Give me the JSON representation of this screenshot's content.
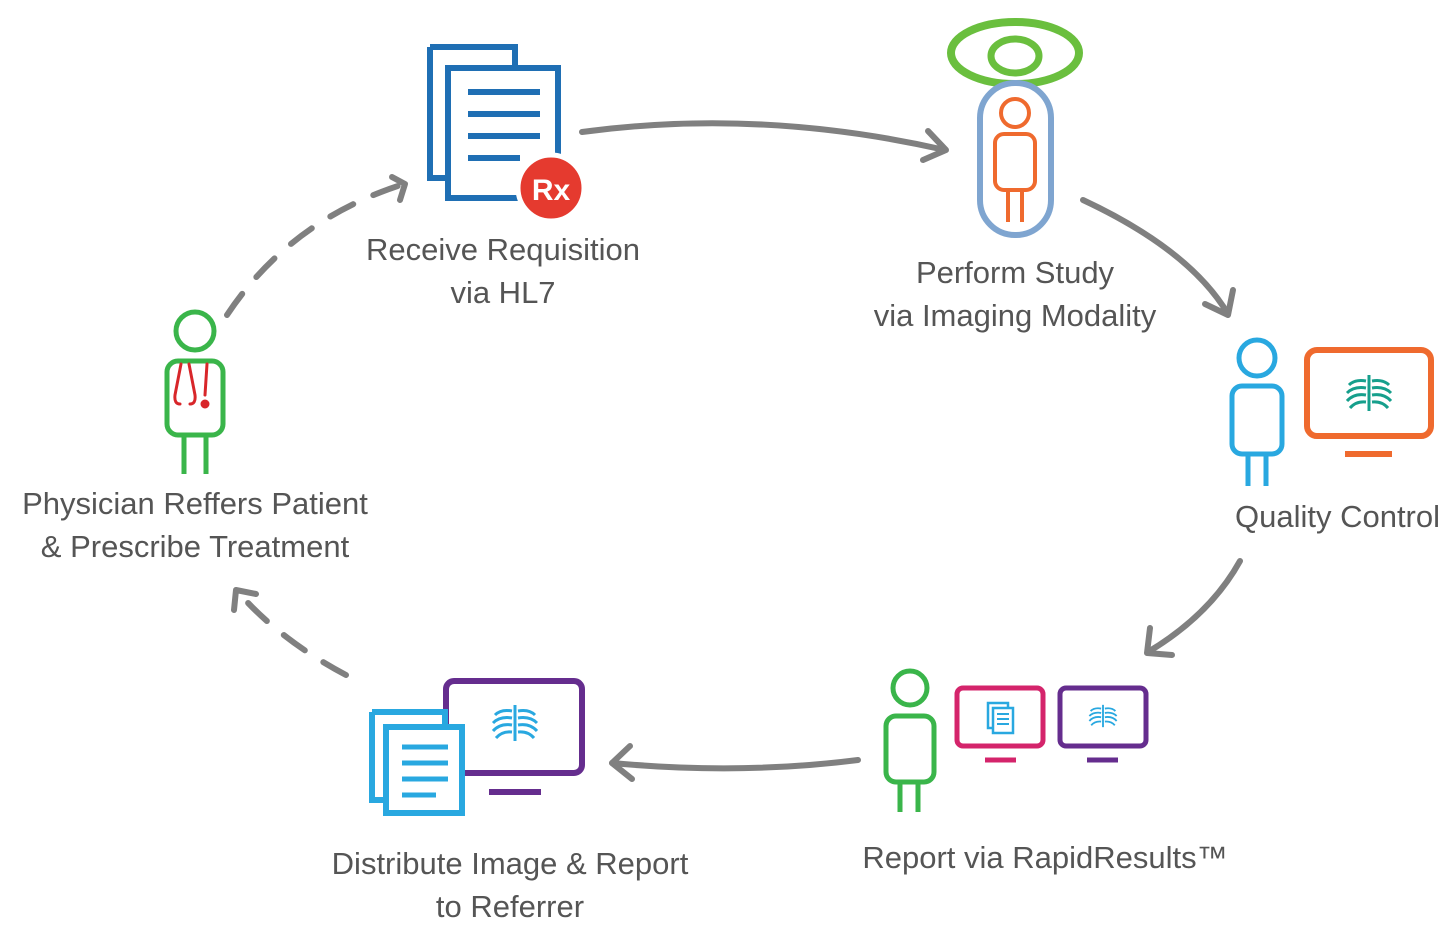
{
  "colors": {
    "arrow": "#808080",
    "blue_dark": "#1f6fb4",
    "rx_red": "#e53a2f",
    "green": "#6abf3e",
    "scanner_blue": "#7fa5d0",
    "orange": "#ef6a2e",
    "light_blue": "#29a8e0",
    "teal": "#169f8c",
    "magenta": "#d4246b",
    "purple": "#652d8e",
    "person_green": "#3ab54a",
    "stethoscope_red": "#d8262a",
    "text": "#555555"
  },
  "steps": [
    {
      "id": "receive",
      "line1": "Receive Requisition",
      "line2": "via HL7",
      "badge": "Rx"
    },
    {
      "id": "perform",
      "line1": "Perform Study",
      "line2": "via Imaging Modality"
    },
    {
      "id": "qc",
      "line1": "Quality Control"
    },
    {
      "id": "report",
      "line1": "Report via RapidResults™"
    },
    {
      "id": "distribute",
      "line1": "Distribute Image & Report",
      "line2": "to Referrer"
    },
    {
      "id": "physician",
      "line1": "Physician Reffers Patient",
      "line2": "& Prescribe Treatment"
    }
  ]
}
